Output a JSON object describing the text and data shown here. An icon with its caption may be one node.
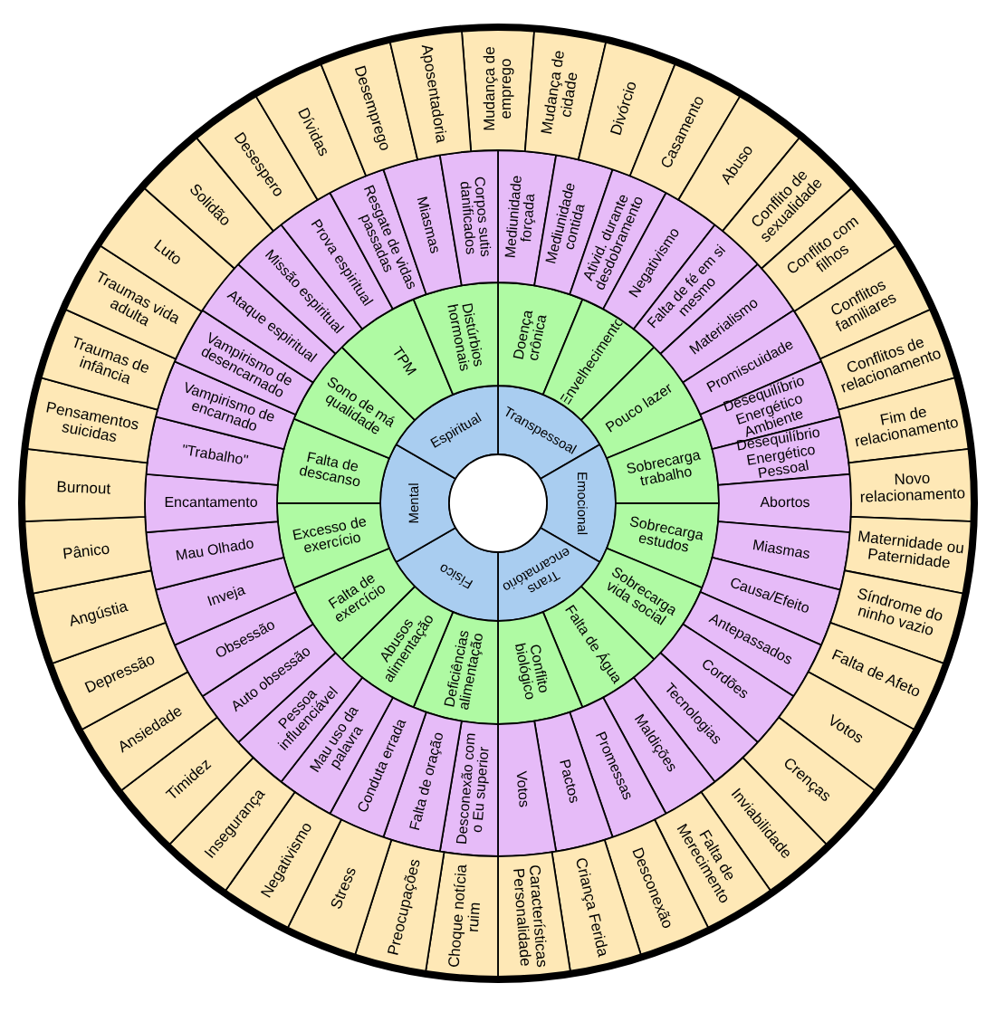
{
  "diagram": {
    "nodes": [
      {
        "text": [
          "Transpessoal"
        ]
      },
      {
        "text": [
          "Emocional"
        ]
      },
      {
        "text": [
          "Trans encarnatório"
        ]
      },
      {
        "text": [
          "Físico"
        ]
      },
      {
        "text": [
          "Mental"
        ]
      },
      {
        "text": [
          "Espiritual"
        ]
      },
      {
        "text": [
          "Doença crônica"
        ]
      },
      {
        "text": [
          "Envelhecimento"
        ]
      },
      {
        "text": [
          "Pouco lazer"
        ]
      },
      {
        "text": [
          "Sobrecarga trabalho"
        ]
      },
      {
        "text": [
          "Sobrecarga estudos"
        ]
      },
      {
        "text": [
          "Sobrecarga vida social"
        ]
      },
      {
        "text": [
          "Falta de Água"
        ]
      },
      {
        "text": [
          "Conflito biológico"
        ]
      },
      {
        "text": [
          "Deficiências alimentação"
        ]
      },
      {
        "text": [
          "Abusos alimentação"
        ]
      },
      {
        "text": [
          "Falta de exercício"
        ]
      },
      {
        "text": [
          "Excesso de exercício"
        ]
      },
      {
        "text": [
          "Falta de descanso"
        ]
      },
      {
        "text": [
          "Sono de má qualidade"
        ]
      },
      {
        "text": [
          "TPM"
        ]
      },
      {
        "text": [
          "Distúrbios hormonais"
        ]
      },
      {
        "text": [
          "Mediunidade forçada"
        ]
      },
      {
        "text": [
          "Mediunidade contida"
        ]
      },
      {
        "text": [
          "Ativid. durante desdobramento"
        ]
      },
      {
        "text": [
          "Negativismo"
        ]
      },
      {
        "text": [
          "Falta de fé em si mesmo"
        ]
      },
      {
        "text": [
          "Materialismo"
        ]
      },
      {
        "text": [
          "Promiscuidade"
        ]
      },
      {
        "text": [
          "Desequilíbrio Energético Ambiente"
        ]
      },
      {
        "text": [
          "Desequilíbrio Energético Pessoal"
        ]
      },
      {
        "text": [
          "Abortos"
        ]
      },
      {
        "text": [
          "Miasmas"
        ]
      },
      {
        "text": [
          "Causa/Efeito"
        ]
      },
      {
        "text": [
          "Antepassados"
        ]
      },
      {
        "text": [
          "Cordões"
        ]
      },
      {
        "text": [
          "Tecnologias"
        ]
      },
      {
        "text": [
          "Maldições"
        ]
      },
      {
        "text": [
          "Promessas"
        ]
      },
      {
        "text": [
          "Pactos"
        ]
      },
      {
        "text": [
          "Votos"
        ]
      },
      {
        "text": [
          "Desconexão com o Eu superior"
        ]
      },
      {
        "text": [
          "Falta de oração"
        ]
      },
      {
        "text": [
          "Conduta errada"
        ]
      },
      {
        "text": [
          "Mau uso da palavra"
        ]
      },
      {
        "text": [
          "Pessoa influenciável"
        ]
      },
      {
        "text": [
          "Auto obsessão"
        ]
      },
      {
        "text": [
          "Obsessão"
        ]
      },
      {
        "text": [
          "Inveja"
        ]
      },
      {
        "text": [
          "Mau Olhado"
        ]
      },
      {
        "text": [
          "Encantamento"
        ]
      },
      {
        "text": [
          "\"Trabalho\""
        ]
      },
      {
        "text": [
          "Vampirismo de encarnado"
        ]
      },
      {
        "text": [
          "Vampirismo de desencarnado"
        ]
      },
      {
        "text": [
          "Ataque espiritual"
        ]
      },
      {
        "text": [
          "Missão espiritual"
        ]
      },
      {
        "text": [
          "Prova espiritual"
        ]
      },
      {
        "text": [
          "Resgate de vidas passadas"
        ]
      },
      {
        "text": [
          "Miasmas"
        ]
      },
      {
        "text": [
          "Corpos sutis danificados"
        ]
      },
      {
        "text": [
          "Mudança de emprego"
        ]
      },
      {
        "text": [
          "Mudança de cidade"
        ]
      },
      {
        "text": [
          "Divórcio"
        ]
      },
      {
        "text": [
          "Casamento"
        ]
      },
      {
        "text": [
          "Abuso"
        ]
      },
      {
        "text": [
          "Conflito de sexualidade"
        ]
      },
      {
        "text": [
          "Conflito com filhos"
        ]
      },
      {
        "text": [
          "Conflitos familiares"
        ]
      },
      {
        "text": [
          "Conflitos de relacionamento"
        ]
      },
      {
        "text": [
          "Fim de relacionamento"
        ]
      },
      {
        "text": [
          "Novo relacionamento"
        ]
      },
      {
        "text": [
          "Maternidade ou Paternidade"
        ]
      },
      {
        "text": [
          "Síndrome do ninho vazio"
        ]
      },
      {
        "text": [
          "Falta de Afeto"
        ]
      },
      {
        "text": [
          "Votos"
        ]
      },
      {
        "text": [
          "Crenças"
        ]
      },
      {
        "text": [
          "Inviabilidade"
        ]
      },
      {
        "text": [
          "Falta de Merecimento"
        ]
      },
      {
        "text": [
          "Desconexão"
        ]
      },
      {
        "text": [
          "Criança Ferida"
        ]
      },
      {
        "text": [
          "Características Personalidade"
        ]
      },
      {
        "text": [
          "Choque notícia ruim"
        ]
      },
      {
        "text": [
          "Preocupações"
        ]
      },
      {
        "text": [
          "Stress"
        ]
      },
      {
        "text": [
          "Negativismo"
        ]
      },
      {
        "text": [
          "Insegurança"
        ]
      },
      {
        "text": [
          "Timidez"
        ]
      },
      {
        "text": [
          "Ansiedade"
        ]
      },
      {
        "text": [
          "Depressão"
        ]
      },
      {
        "text": [
          "Angústia"
        ]
      },
      {
        "text": [
          "Pânico"
        ]
      },
      {
        "text": [
          "Burnout"
        ]
      },
      {
        "text": [
          "Pensamentos suicidas"
        ]
      },
      {
        "text": [
          "Traumas de infância"
        ]
      },
      {
        "text": [
          "Traumas vida adulta"
        ]
      },
      {
        "text": [
          "Luto"
        ]
      },
      {
        "text": [
          "Solidão"
        ]
      },
      {
        "text": [
          "Desespero"
        ]
      },
      {
        "text": [
          "Dívidas"
        ]
      },
      {
        "text": [
          "Desemprego"
        ]
      },
      {
        "text": [
          "Aposentadoria"
        ]
      }
    ]
  }
}
